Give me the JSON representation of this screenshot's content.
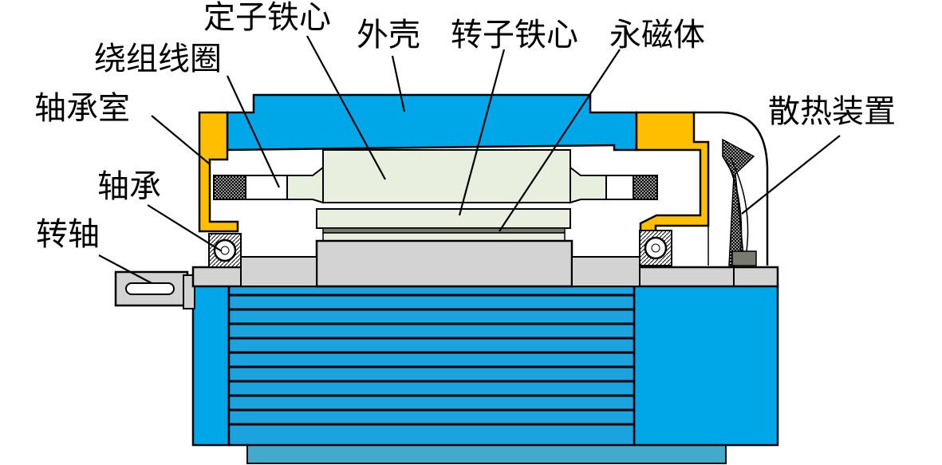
{
  "labels": {
    "stator_core": "定子铁心",
    "winding_coil": "绕组线圈",
    "bearing_chamber": "轴承室",
    "bearing": "轴承",
    "shaft": "转轴",
    "housing": "外壳",
    "rotor_core": "转子铁心",
    "permanent_magnet": "永磁体",
    "heat_sink": "散热装置"
  },
  "colors": {
    "housing_blue": "#00A7E8",
    "fin_blue": "#1BA3E0",
    "bearing_chamber_yellow": "#FFBE00",
    "core_cream": "#E9EFDF",
    "shaft_gray": "#D3D3D3",
    "base_teal": "#43AACC",
    "magnet_gray": "#7A7A70",
    "outline": "#000000"
  }
}
